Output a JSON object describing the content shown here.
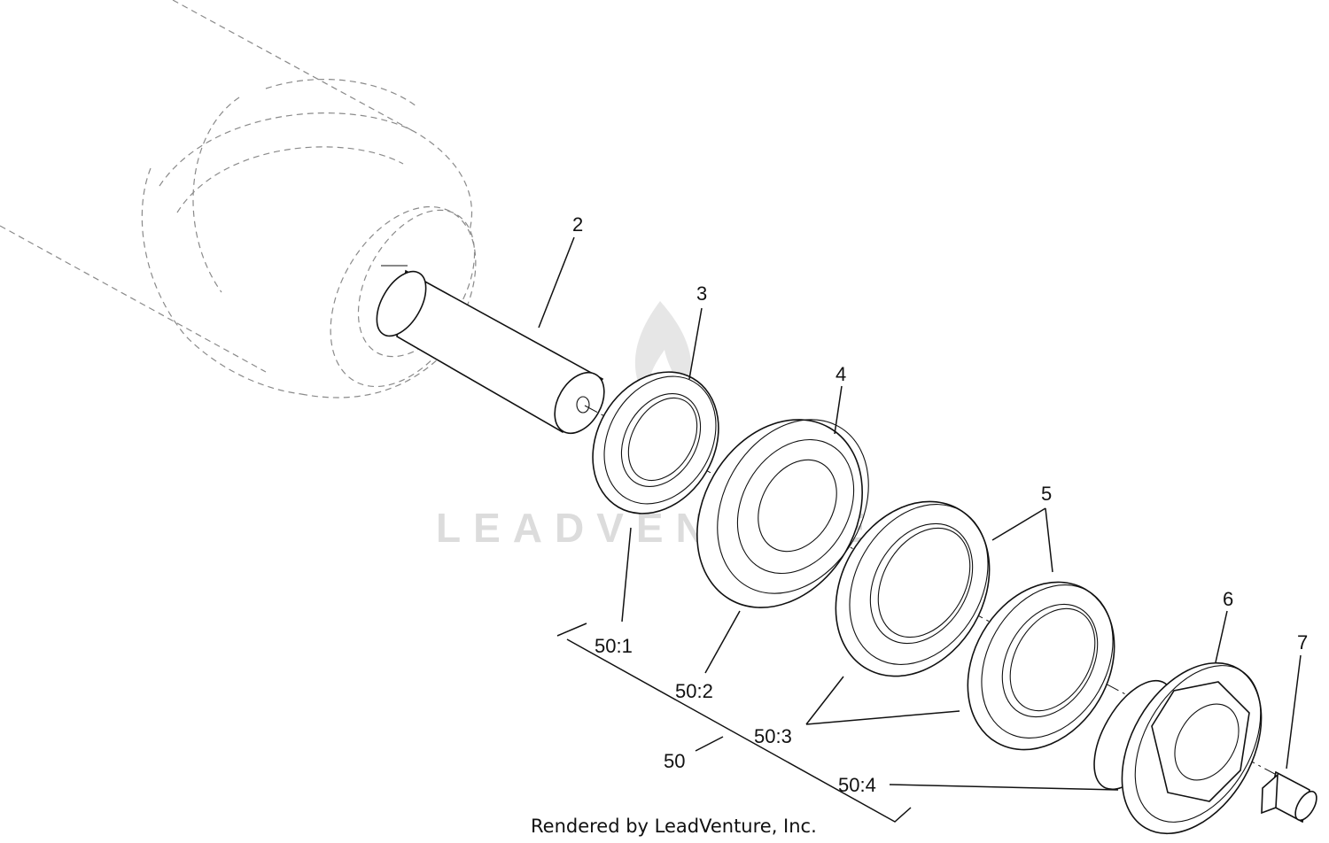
{
  "watermark": "LEADVENTURE",
  "footer": "Rendered by LeadVenture, Inc.",
  "callouts": {
    "c2": "2",
    "c3": "3",
    "c4": "4",
    "c5": "5",
    "c6": "6",
    "c7": "7",
    "c50": "50",
    "c50_1": "50:1",
    "c50_2": "50:2",
    "c50_3": "50:3",
    "c50_4": "50:4"
  }
}
